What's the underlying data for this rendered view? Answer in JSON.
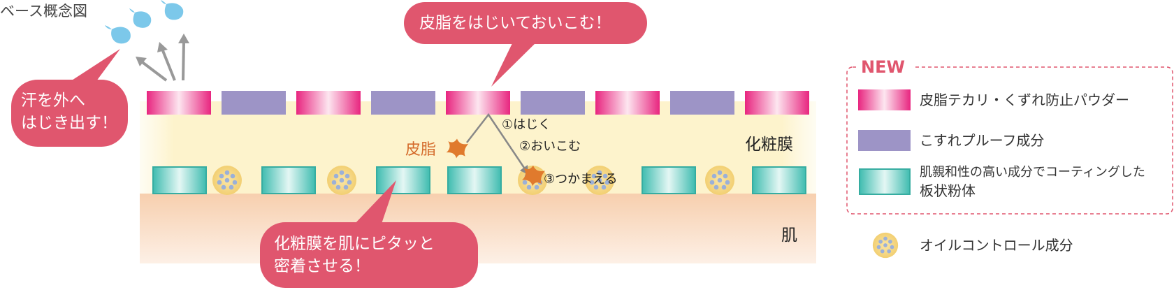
{
  "title": "ベース概念図",
  "bubbles": {
    "sebum_top": "皮脂をはじいておいこむ！",
    "sweat": [
      "汗を外へ",
      "はじき出す！"
    ],
    "film": [
      "化粧膜を肌にピタッと",
      "密着させる！"
    ]
  },
  "labels": {
    "sebum": "皮脂",
    "step1": "①はじく",
    "step2": "②おいこむ",
    "step3": "③つかまえる",
    "makeup_film": "化粧膜",
    "skin": "肌"
  },
  "legend": {
    "new_badge": "NEW",
    "items": [
      {
        "text": "皮脂テカリ・くずれ防止パウダー",
        "icon": "pink-gradient-bar"
      },
      {
        "text": "こすれプルーフ成分",
        "icon": "purple-bar"
      },
      {
        "text": [
          "肌親和性の高い成分でコーティングした",
          "板状粉体"
        ],
        "icon": "teal-gradient-bar"
      },
      {
        "text": "オイルコントロール成分",
        "icon": "dotted-circle"
      }
    ]
  },
  "colors": {
    "pink": "#e8257f",
    "purple": "#9d94c6",
    "teal": "#3fbcb0",
    "bubble": "#e0566e",
    "cream": "#fdf6d6",
    "skin": "#f8d9c2",
    "droplet": "#7cc8ea",
    "dot_circle": "#f5d98a",
    "dot": "#9bb0d8",
    "sebum": "#e07a2d"
  }
}
